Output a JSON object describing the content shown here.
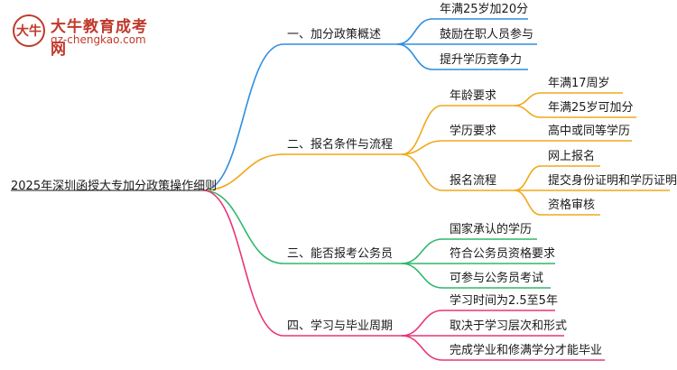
{
  "logo": {
    "badge": "大牛",
    "name": "大牛教育成考网",
    "url": "gz-chengkao.com"
  },
  "root": "2025年深圳函授大专加分政策操作细则",
  "colors": {
    "blue": "#2f8ee0",
    "orange": "#f0a81a",
    "green": "#2fb86a",
    "pink": "#e8357a",
    "root_line": "#444444"
  },
  "branches": [
    {
      "label": "一、加分政策概述",
      "children": [
        {
          "label": "年满25岁加20分"
        },
        {
          "label": "鼓励在职人员参与"
        },
        {
          "label": "提升学历竞争力"
        }
      ]
    },
    {
      "label": "二、报名条件与流程",
      "children": [
        {
          "label": "年龄要求",
          "children": [
            {
              "label": "年满17周岁"
            },
            {
              "label": "年满25岁可加分"
            }
          ]
        },
        {
          "label": "学历要求",
          "children": [
            {
              "label": "高中或同等学历"
            }
          ]
        },
        {
          "label": "报名流程",
          "children": [
            {
              "label": "网上报名"
            },
            {
              "label": "提交身份证明和学历证明"
            },
            {
              "label": "资格审核"
            }
          ]
        }
      ]
    },
    {
      "label": "三、能否报考公务员",
      "children": [
        {
          "label": "国家承认的学历"
        },
        {
          "label": "符合公务员资格要求"
        },
        {
          "label": "可参与公务员考试"
        }
      ]
    },
    {
      "label": "四、学习与毕业周期",
      "children": [
        {
          "label": "学习时间为2.5至5年"
        },
        {
          "label": "取决于学习层次和形式"
        },
        {
          "label": "完成学业和修满学分才能毕业"
        }
      ]
    }
  ]
}
